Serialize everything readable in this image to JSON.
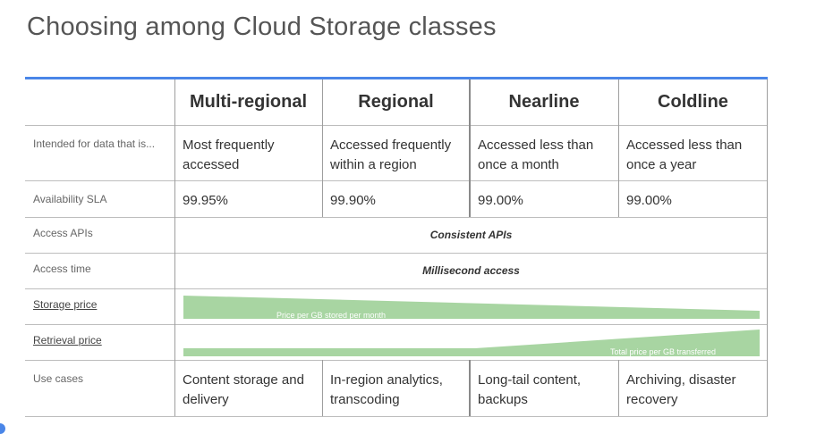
{
  "title": "Choosing among Cloud Storage classes",
  "columns": [
    "Multi-regional",
    "Regional",
    "Nearline",
    "Coldline"
  ],
  "rows": {
    "intended": {
      "label": "Intended for data that is...",
      "values": [
        "Most frequently accessed",
        "Accessed frequently within a region",
        "Accessed less than once a month",
        "Accessed less than once a year"
      ]
    },
    "sla": {
      "label": "Availability SLA",
      "values": [
        "99.95%",
        "99.90%",
        "99.00%",
        "99.00%"
      ]
    },
    "apis": {
      "label": "Access APIs",
      "value": "Consistent APIs"
    },
    "access_time": {
      "label": "Access time",
      "value": "Millisecond access"
    },
    "storage_price": {
      "label": "Storage price",
      "caption": "Price per GB stored per month",
      "trend": "decreasing"
    },
    "retrieval_price": {
      "label": "Retrieval price",
      "caption": "Total price per GB transferred",
      "trend": "increasing"
    },
    "use_cases": {
      "label": "Use cases",
      "values": [
        "Content storage and delivery",
        "In-region analytics, transcoding",
        "Long-tail content, backups",
        "Archiving, disaster recovery"
      ]
    }
  },
  "colors": {
    "accent_rule": "#4a86e8",
    "price_bar": "#a8d5a2"
  }
}
